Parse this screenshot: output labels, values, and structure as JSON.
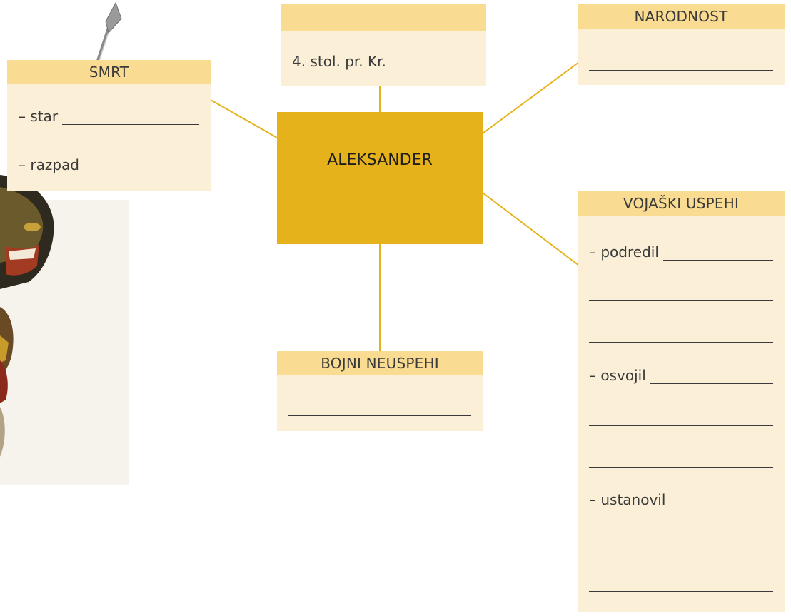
{
  "center": {
    "title": "ALEKSANDER"
  },
  "smrt": {
    "header": "SMRT",
    "rows": [
      "– star",
      "– razpad"
    ]
  },
  "time": {
    "header": "",
    "text": "4. stol. pr. Kr."
  },
  "narodnost": {
    "header": "NARODNOST"
  },
  "bojni_neuspehi": {
    "header": "BOJNI NEUSPEHI"
  },
  "vojaski_uspehi": {
    "header": "VOJAŠKI USPEHI",
    "rows": [
      "– podredil",
      "– osvojil",
      "– ustanovil"
    ]
  },
  "colors": {
    "accent": "#e6b21b",
    "header_fill": "#f9dc91",
    "box_fill": "#fbf0d7",
    "text": "#3b3b3b"
  }
}
